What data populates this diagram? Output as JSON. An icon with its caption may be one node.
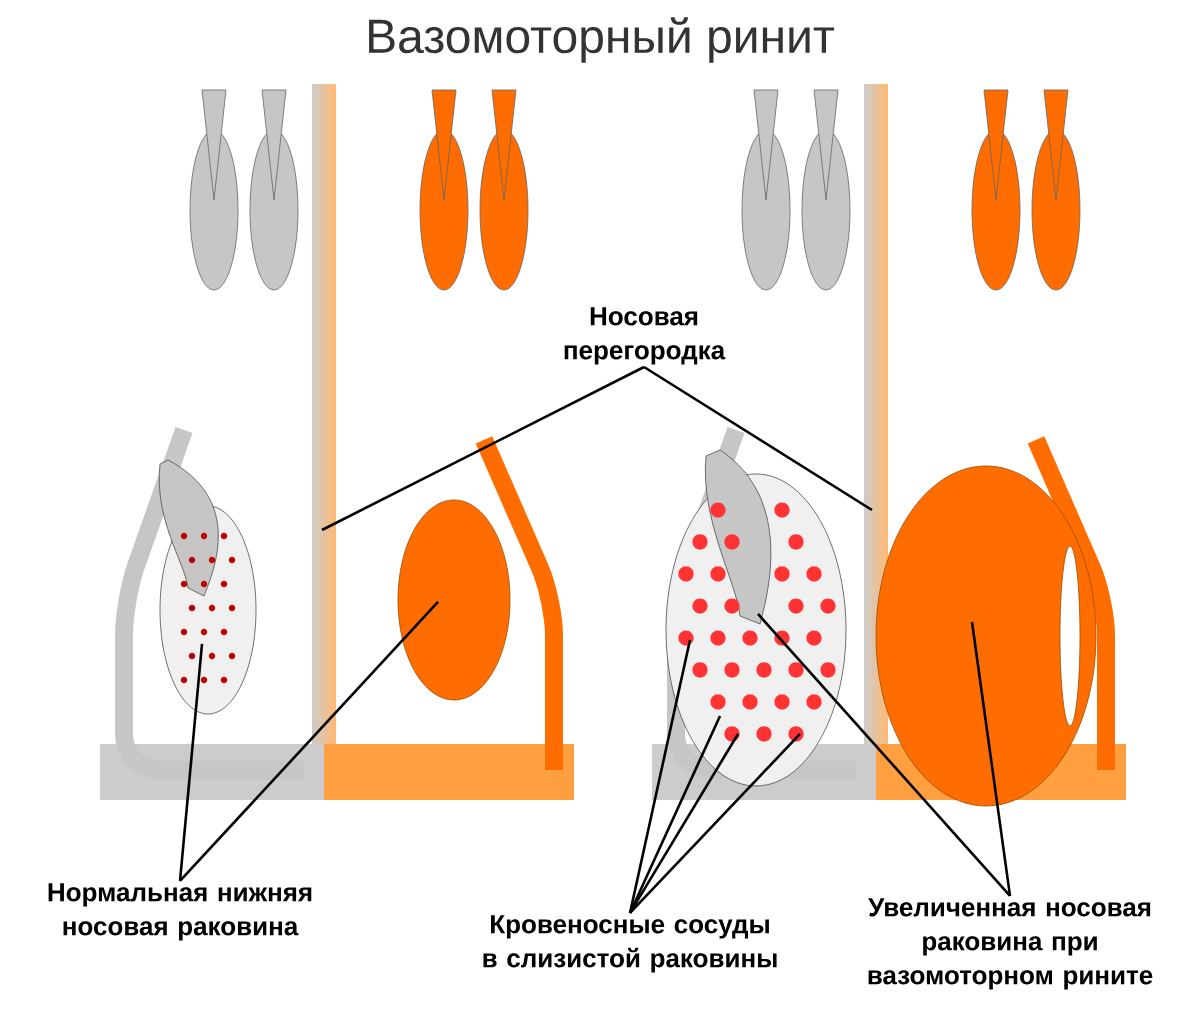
{
  "diagram": {
    "title": "Вазомоторный ринит",
    "nodes": [
      {
        "text": [
          "Носовая перегородка"
        ]
      },
      {
        "text": [
          "Нормальная нижняя носовая раковина"
        ]
      },
      {
        "text": [
          "Кровеносные сосуды в слизистой раковины"
        ]
      },
      {
        "text": [
          "Увеличенная носовая раковина при вазомоторном рините"
        ]
      }
    ],
    "edges": [
      {
        "from": 0,
        "to": null,
        "arrow": "none"
      },
      {
        "from": 0,
        "to": null,
        "arrow": "none"
      },
      {
        "from": 1,
        "to": null,
        "arrow": "none"
      },
      {
        "from": 1,
        "to": null,
        "arrow": "none"
      },
      {
        "from": 2,
        "to": null,
        "arrow": "none"
      },
      {
        "from": 2,
        "to": null,
        "arrow": "none"
      },
      {
        "from": 2,
        "to": null,
        "arrow": "none"
      },
      {
        "from": 2,
        "to": null,
        "arrow": "none"
      },
      {
        "from": 3,
        "to": null,
        "arrow": "none"
      },
      {
        "from": 3,
        "to": null,
        "arrow": "none"
      }
    ]
  }
}
